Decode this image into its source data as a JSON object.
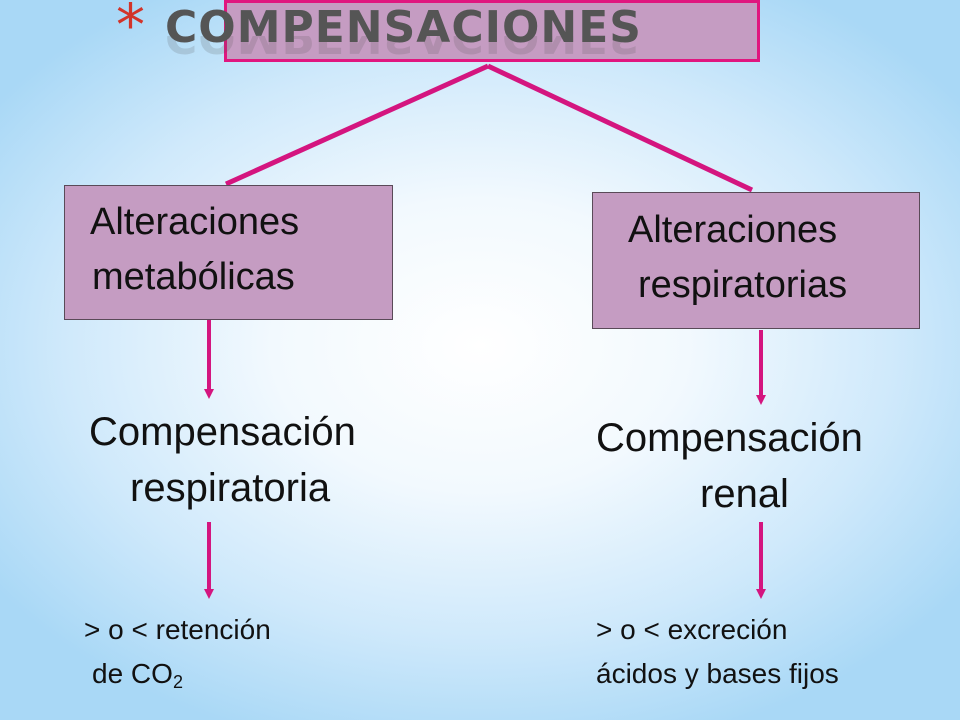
{
  "title": "COMPENSACIONES",
  "colors": {
    "box_fill": "#c59cc2",
    "connector": "#d4157f",
    "title_border": "#e0167f",
    "bullet": "#d2342a"
  },
  "left": {
    "box_line1": "Alteraciones",
    "box_line2": "metabólicas",
    "comp_line1": "Compensación",
    "comp_line2": "respiratoria",
    "result_line1": "> o < retención",
    "result_line2_prefix": "de CO",
    "result_line2_sub": "2"
  },
  "right": {
    "box_line1": "Alteraciones",
    "box_line2": "respiratorias",
    "comp_line1": "Compensación",
    "comp_line2": "renal",
    "result_line1": "> o <  excreción",
    "result_line2": "ácidos y bases fijos"
  }
}
